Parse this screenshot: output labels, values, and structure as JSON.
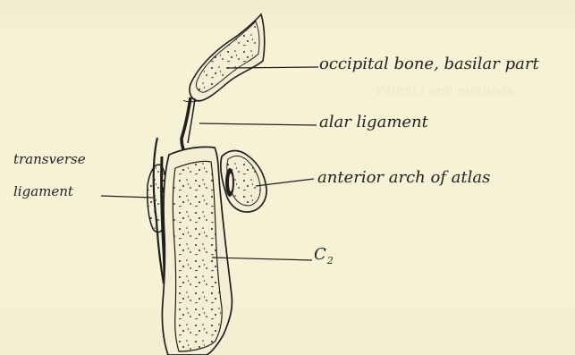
{
  "figure": {
    "labels": {
      "occipital": "occipital bone, basilar part",
      "alar": "alar ligament",
      "anterior_arch": "anterior arch of atlas",
      "transverse_line1": "transverse",
      "transverse_line2": "ligament",
      "c2_main": "C",
      "c2_sub": "2"
    },
    "ghost_text": "Patents and methods"
  },
  "colors": {
    "paper": "#f6f2d6",
    "ink": "#1f1f1f"
  }
}
